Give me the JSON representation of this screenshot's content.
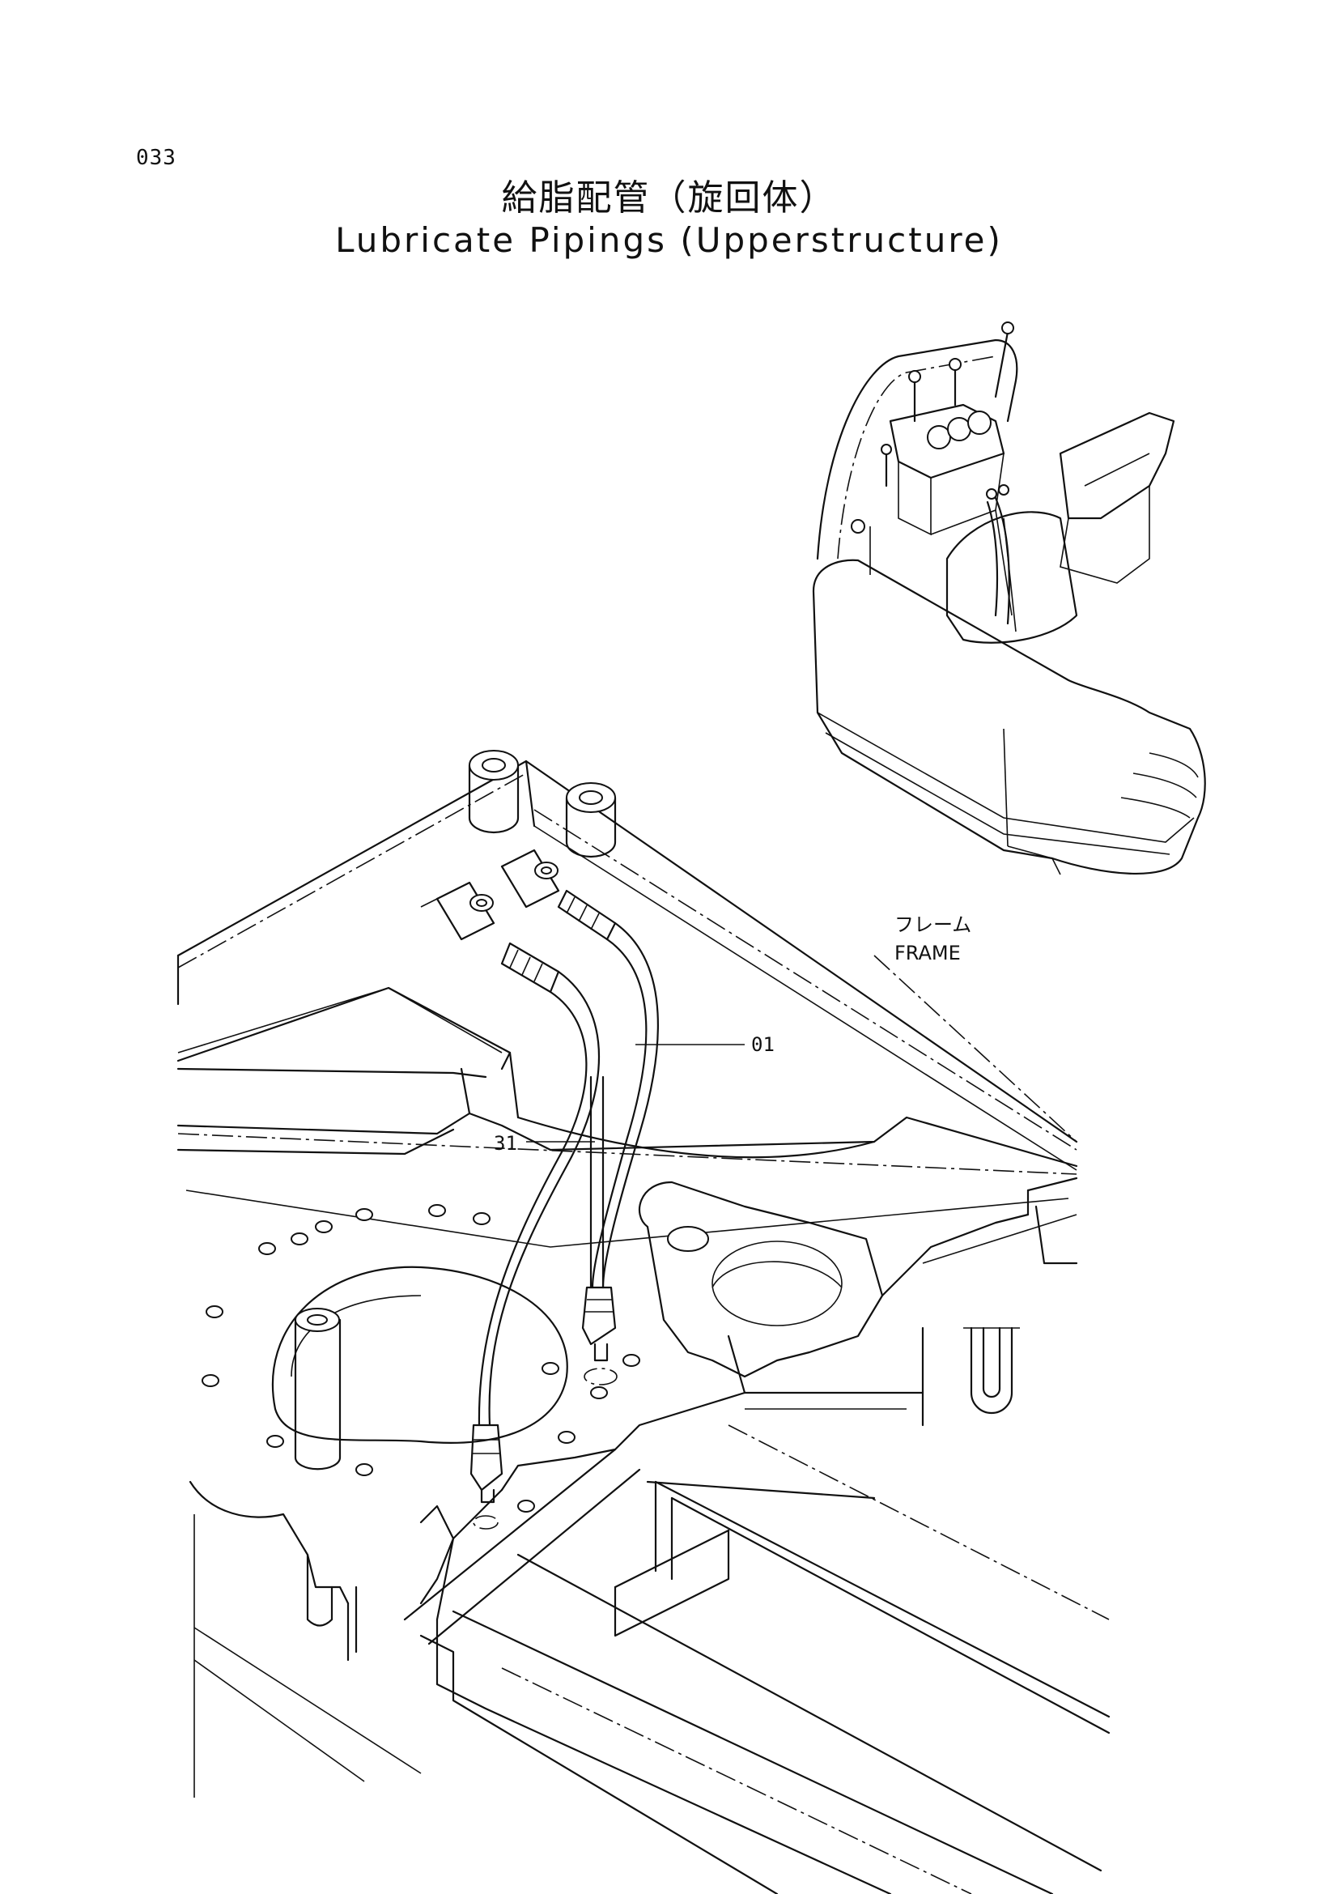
{
  "page_number": "033",
  "title_jp": "給脂配管（旋回体）",
  "title_en": "Lubricate Pipings (Upperstructure)",
  "labels": {
    "frame_jp": "フレーム",
    "frame_en": "FRAME",
    "part_01": "01",
    "part_31": "31"
  }
}
